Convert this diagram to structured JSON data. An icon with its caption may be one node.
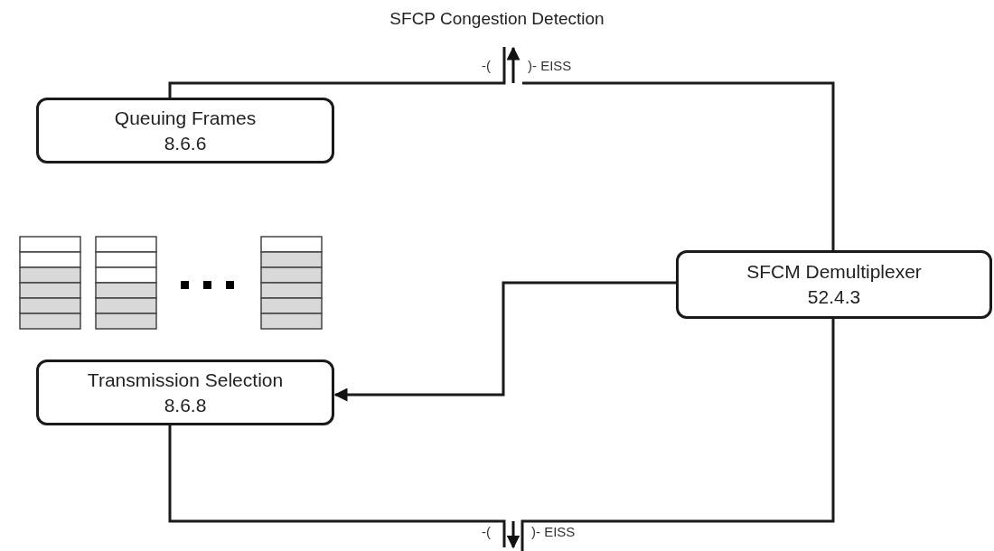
{
  "diagram": {
    "title": "SFCP Congestion Detection",
    "nodes": [
      {
        "text": [
          "Queuing Frames",
          "8.6.6"
        ]
      },
      {
        "text": [
          "SFCM Demultiplexer",
          "52.4.3"
        ]
      },
      {
        "text": [
          "Transmission Selection",
          "8.6.8"
        ]
      }
    ],
    "edges": [
      {
        "from": 0,
        "to": null,
        "arrow": "none"
      },
      {
        "from": 1,
        "to": null,
        "arrow": "none"
      },
      {
        "from": 1,
        "to": 2,
        "arrow": "to"
      },
      {
        "from": 2,
        "to": null,
        "arrow": "none"
      },
      {
        "from": 1,
        "to": null,
        "arrow": "none"
      }
    ],
    "labels": [
      "-(",
      ")- EISS",
      "-(",
      ")- EISS"
    ]
  }
}
